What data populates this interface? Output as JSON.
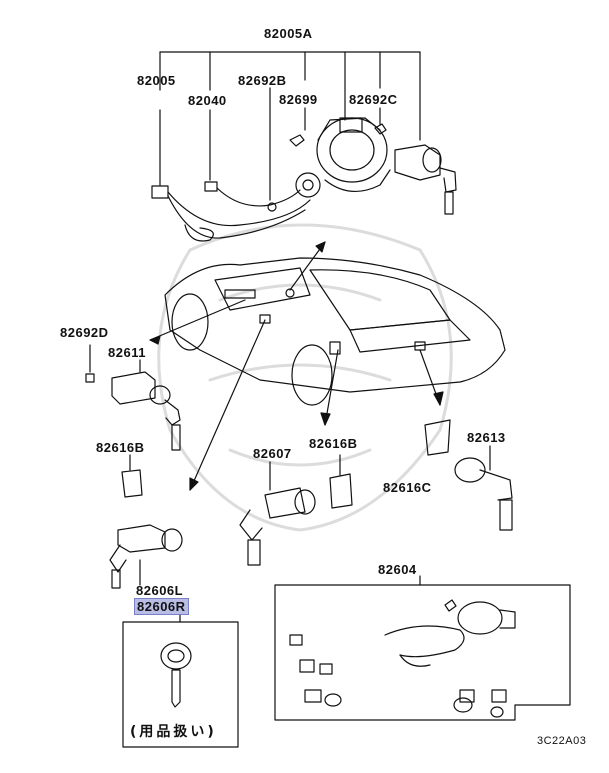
{
  "labels": {
    "p82005A": "82005A",
    "p82005": "82005",
    "p82040": "82040",
    "p82692B": "82692B",
    "p82699": "82699",
    "p82692C": "82692C",
    "p82692D": "82692D",
    "p82611": "82611",
    "p82616B_left": "82616B",
    "p82607": "82607",
    "p82616B_mid": "82616B",
    "p82613": "82613",
    "p82616C": "82616C",
    "p82606L": "82606L",
    "p82606R": "82606R",
    "p82604": "82604"
  },
  "key_note": "(用品扱い)",
  "figure_code": "3C22A03",
  "colors": {
    "line": "#111111",
    "highlight": "#b9bde6",
    "watermark": "#d9d9d9"
  }
}
